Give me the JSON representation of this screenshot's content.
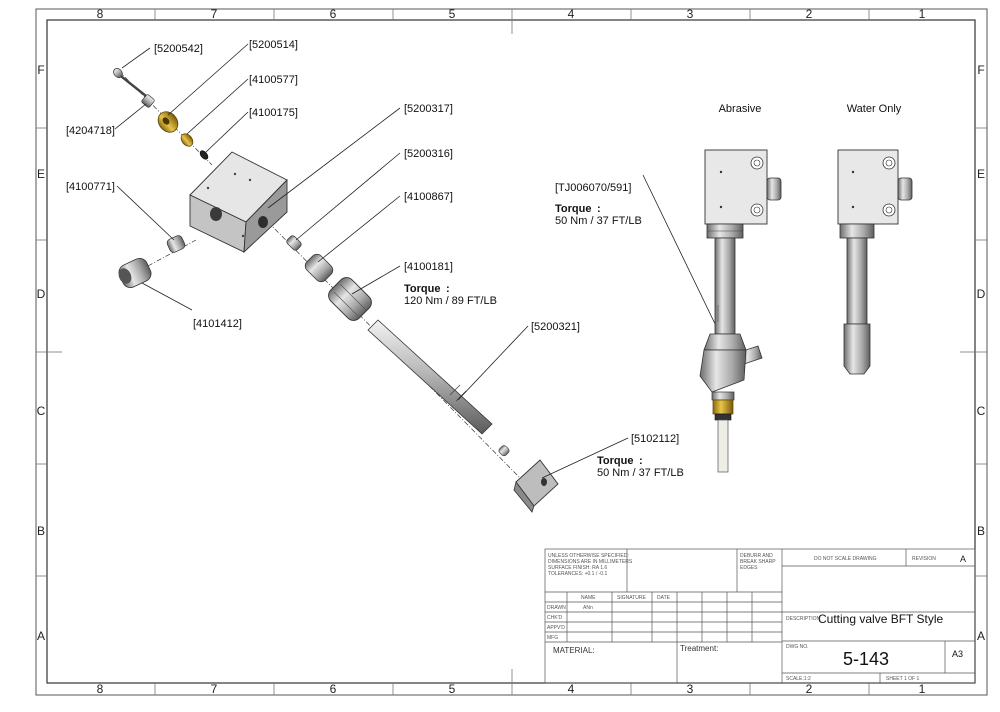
{
  "zones": {
    "columns": [
      "8",
      "7",
      "6",
      "5",
      "4",
      "3",
      "2",
      "1"
    ],
    "rows": [
      "F",
      "E",
      "D",
      "C",
      "B",
      "A"
    ]
  },
  "callouts": {
    "c5200542": "[5200542]",
    "c5200514": "[5200514]",
    "c4100577": "[4100577]",
    "c4100175": "[4100175]",
    "c4204718": "[4204718]",
    "c4100771": "[4100771]",
    "c4101412": "[4101412]",
    "c5200317": "[5200317]",
    "c5200316": "[5200316]",
    "c4100867": "[4100867]",
    "c4100181": "[4100181]",
    "c5200321": "[5200321]",
    "c5102112": "[5102112]",
    "cTJ": "[TJ006070/591]"
  },
  "torque": {
    "label": "Torque",
    "t4100181": "120 Nm / 89 FT/LB",
    "t5102112": "50 Nm / 37 FT/LB",
    "tTJ": "50 Nm / 37 FT/LB"
  },
  "views": {
    "abrasive": "Abrasive",
    "water_only": "Water Only"
  },
  "title_block": {
    "notes_1": "UNLESS OTHERWISE SPECIFIED:",
    "notes_2": "DIMENSIONS ARE IN MILLIMETERS",
    "notes_3": "SURFACE FINISH: RA 1.6",
    "notes_4": "TOLERANCES: +0.1 / -0.1",
    "deburr_1": "DEBURR AND",
    "deburr_2": "BREAK SHARP",
    "deburr_3": "EDGES",
    "do_not_scale": "DO NOT SCALE DRAWING",
    "revision_label": "REVISION",
    "revision": "A",
    "col_name": "NAME",
    "col_signature": "SIGNATURE",
    "col_date": "DATE",
    "row_drawn": "DRAWN",
    "row_chkd": "CHK'D",
    "row_appvd": "APPV'D",
    "row_mfg": "MFG",
    "drawn_by": "ANn",
    "description_label": "DESCRIPTION:",
    "description": "Cutting valve BFT Style",
    "material": "MATERIAL:",
    "treatment": "Treatment:",
    "dwg_no_label": "DWG NO.",
    "dwg_no": "5-143",
    "size": "A3",
    "scale": "SCALE:1:2",
    "sheet": "SHEET 1 OF 1"
  }
}
